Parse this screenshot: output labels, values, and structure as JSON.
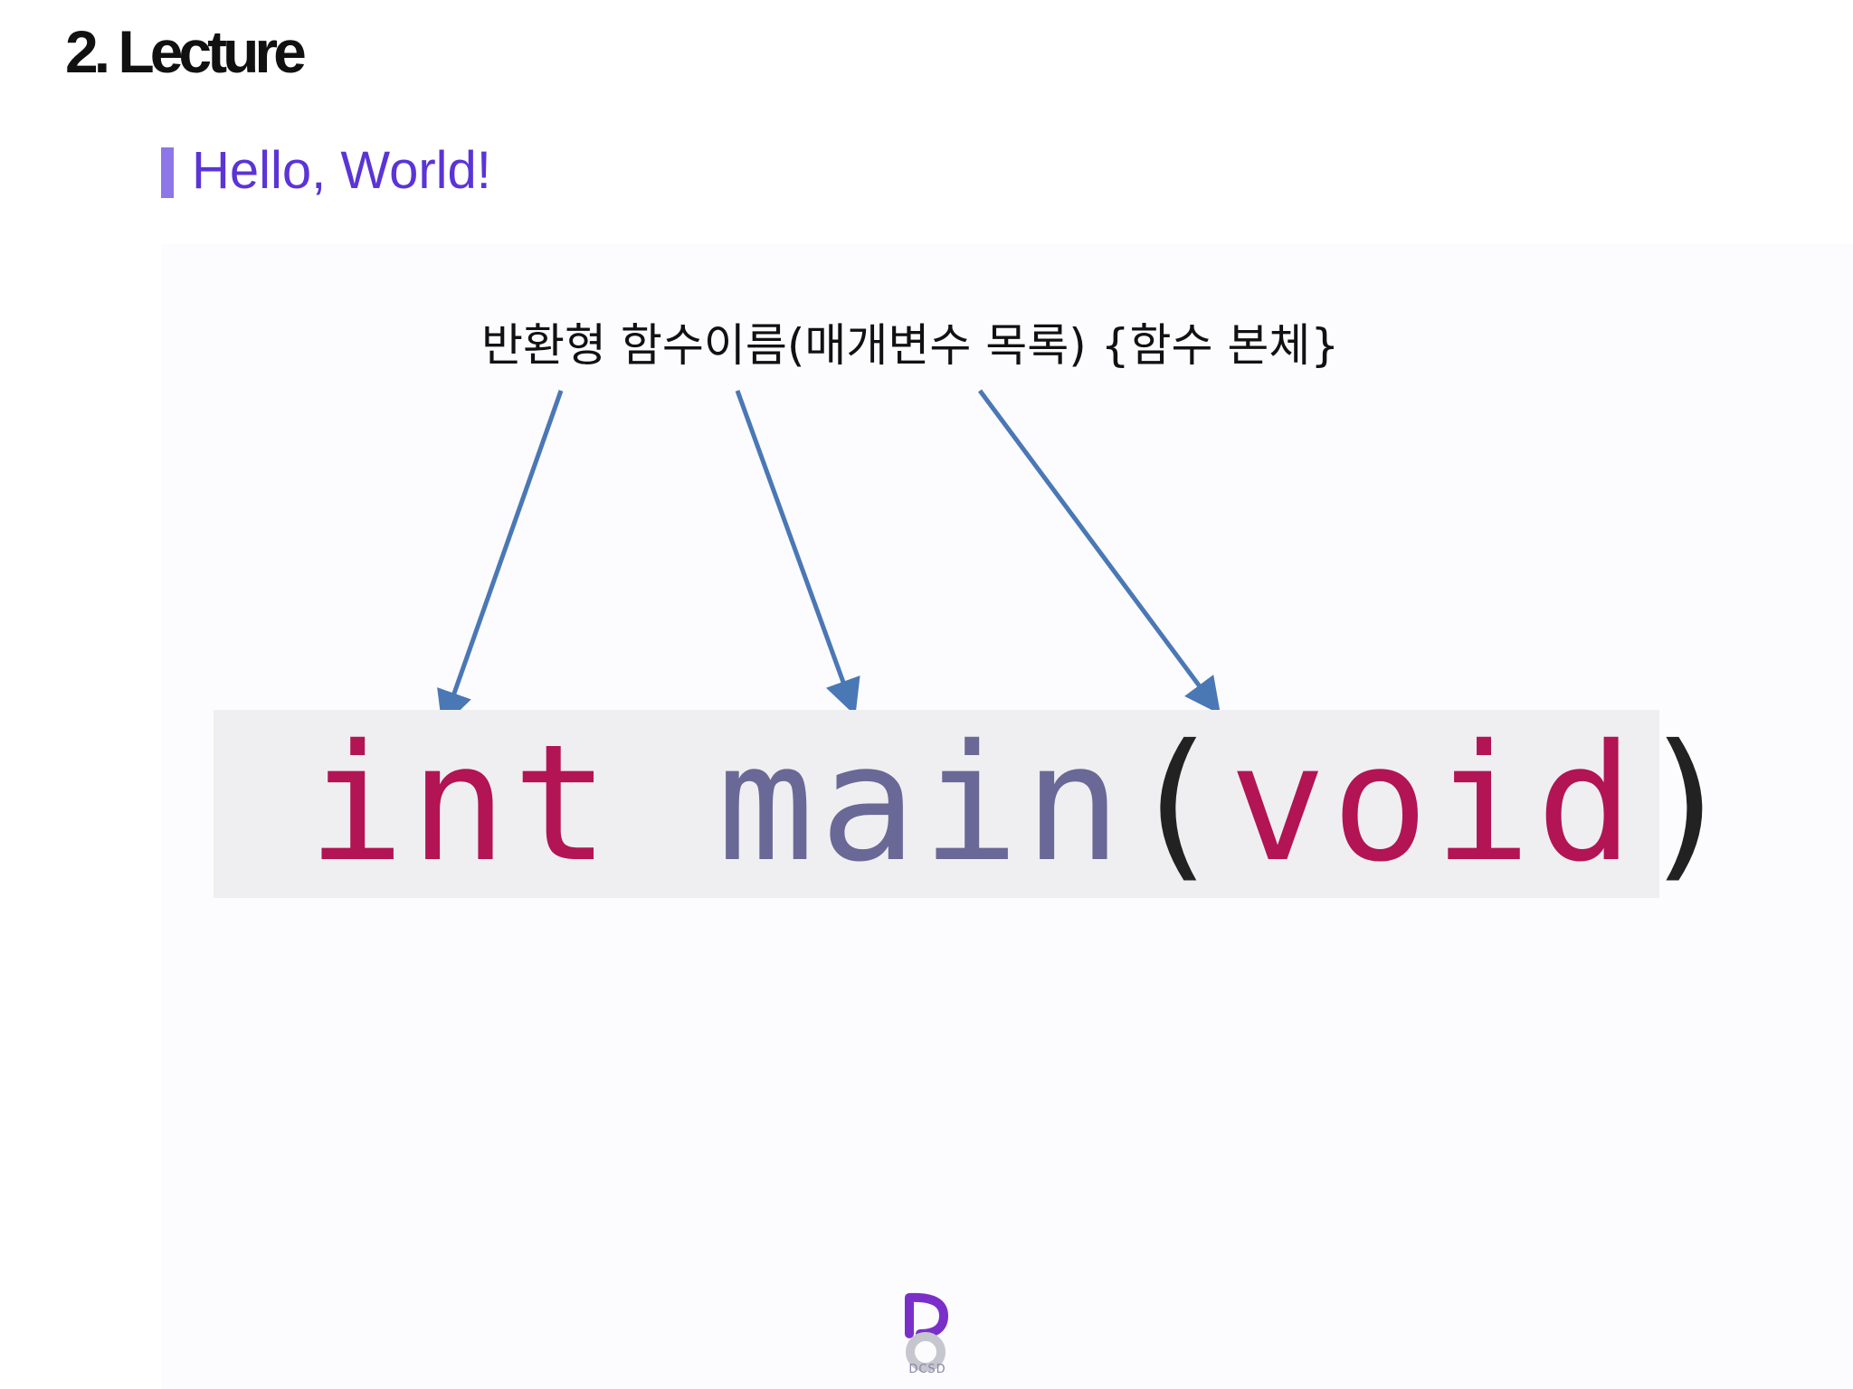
{
  "header": {
    "title": "2. Lecture"
  },
  "section": {
    "title": "Hello, World!"
  },
  "diagram": {
    "caption": "반환형 함수이름(매개변수 목록) {함수 본체}",
    "arrow_color": "#4a78b5"
  },
  "code": {
    "return_type": "int",
    "space": " ",
    "function_name": "main",
    "open_paren": "(",
    "parameter": "void",
    "close_paren": ")"
  },
  "footer": {
    "logo_text": "DCSD",
    "logo_icon": "dcsd-logo-icon"
  },
  "colors": {
    "accent": "#5b34d6",
    "section_bar": "#8d77e8",
    "keyword": "#b21454",
    "function": "#6a6896"
  }
}
